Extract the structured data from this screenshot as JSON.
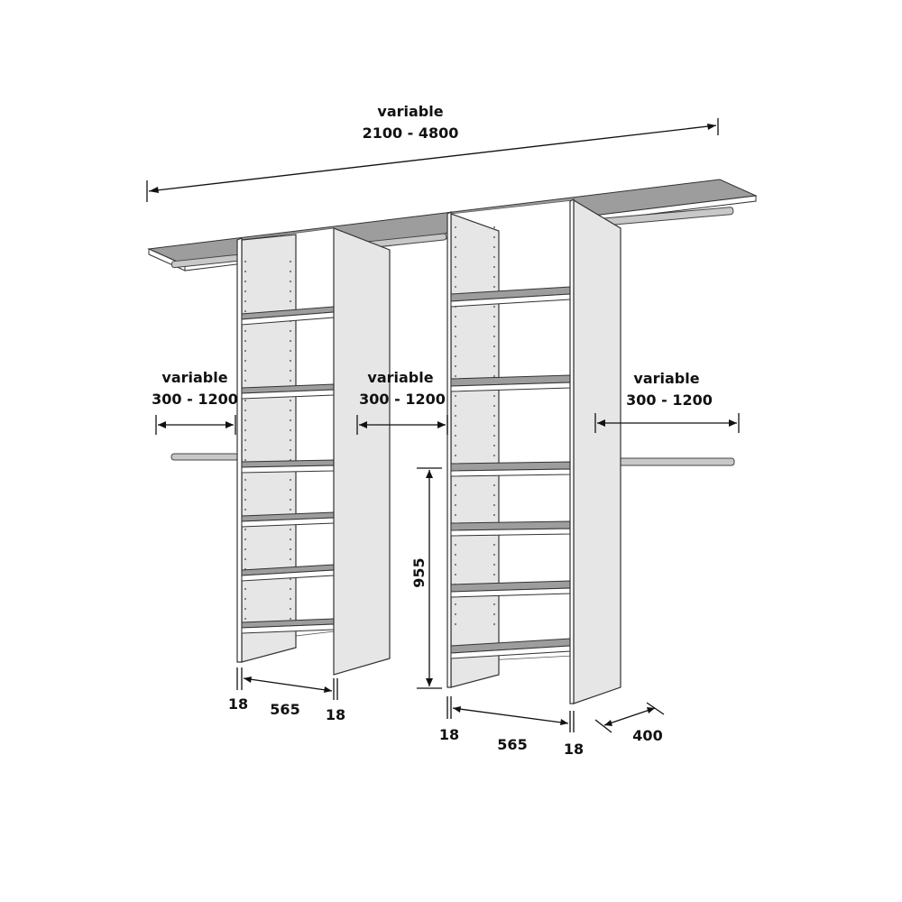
{
  "dimensions": {
    "overall_width": {
      "label": "variable",
      "range": "2100 - 4800"
    },
    "left_hanging_gap": {
      "label": "variable",
      "range": "300 - 1200"
    },
    "middle_hanging_gap": {
      "label": "variable",
      "range": "300 - 1200"
    },
    "right_hanging_gap": {
      "label": "variable",
      "range": "300 - 1200"
    },
    "tower1": {
      "panel_left": "18",
      "inner_width": "565",
      "panel_right": "18"
    },
    "tower2": {
      "panel_left": "18",
      "inner_width": "565",
      "panel_right": "18"
    },
    "rail_height": "955",
    "depth": "400"
  }
}
